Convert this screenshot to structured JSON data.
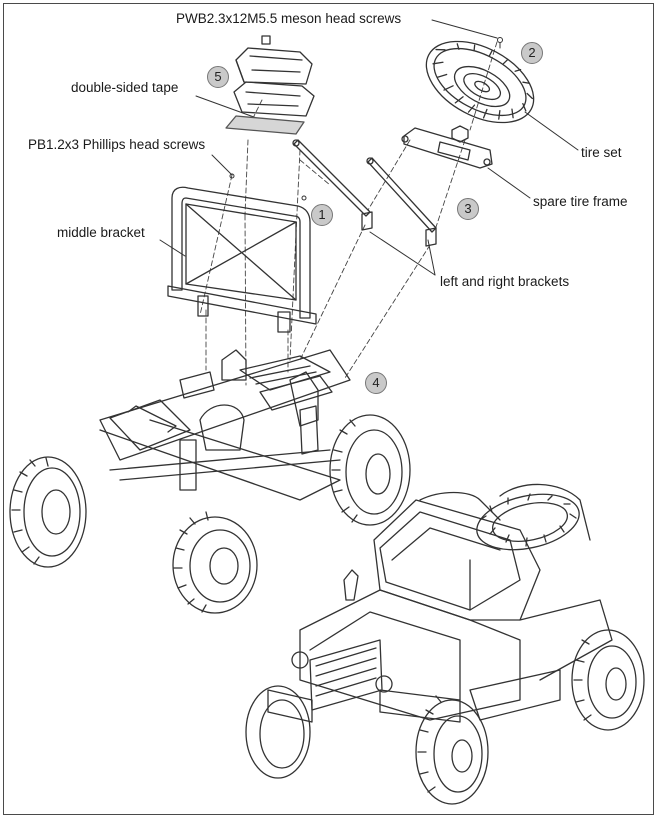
{
  "labels": {
    "screws_top": "PWB2.3x12M5.5 meson head screws",
    "tape": "double-sided tape",
    "screws_phillips": "PB1.2x3 Phillips head screws",
    "middle_bracket": "middle bracket",
    "tire_set": "tire set",
    "spare_tire_frame": "spare tire frame",
    "left_right_brackets": "left and right brackets"
  },
  "steps": [
    "1",
    "2",
    "3",
    "4",
    "5"
  ],
  "colors": {
    "line": "#333333",
    "badge": "#c9c9c9",
    "tape": "#d6d6d6"
  }
}
